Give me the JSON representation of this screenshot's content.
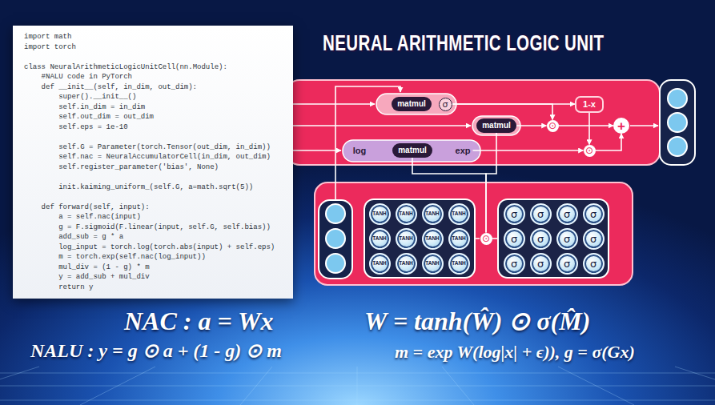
{
  "diagram": {
    "title": "NEURAL ARITHMETIC LOGIC UNIT",
    "nodes": [
      {
        "text": [
          "import math",
          "import torch",
          "class NeuralArithmeticLogicUnitCell(nn.Module):",
          "#NALU code in PyTorch",
          "def __init__(self, in_dim, out_dim):",
          "super().__init__()",
          "self.in_dim = in_dim",
          "self.out_dim = out_dim",
          "self.eps = 1e-10",
          "self.G = Parameter(torch.Tensor(out_dim, in_dim))",
          "self.nac = NeuralAccumulatorCell(in_dim, out_dim)",
          "self.register_parameter('bias', None)",
          "init.kaiming_uniform_(self.G, a=math.sqrt(5))",
          "def forward(self, input):",
          "a = self.nac(input)",
          "g = F.sigmoid(F.linear(input, self.G, self.bias))",
          "add_sub = g * a",
          "log_input = torch.log(torch.abs(input) + self.eps)",
          "m = torch.exp(self.nac(log_input))",
          "mul_div = (1 - g) * m",
          "y = add_sub + mul_div",
          "return y"
        ]
      },
      {
        "text": [
          "matmul"
        ]
      },
      {
        "text": [
          "σ"
        ]
      },
      {
        "text": [
          "1-x"
        ]
      },
      {
        "text": [
          "matmul"
        ]
      },
      {
        "text": [
          "⊙"
        ]
      },
      {
        "text": [
          "+"
        ]
      },
      {
        "text": [
          "log"
        ]
      },
      {
        "text": [
          "matmul"
        ]
      },
      {
        "text": [
          "exp"
        ]
      },
      {
        "text": [
          "⊙"
        ]
      },
      {
        "text": [
          "⊙"
        ]
      },
      {
        "text": [
          "TANH"
        ]
      },
      {
        "text": [
          "TANH"
        ]
      },
      {
        "text": [
          "TANH"
        ]
      },
      {
        "text": [
          "TANH"
        ]
      },
      {
        "text": [
          "TANH"
        ]
      },
      {
        "text": [
          "TANH"
        ]
      },
      {
        "text": [
          "TANH"
        ]
      },
      {
        "text": [
          "TANH"
        ]
      },
      {
        "text": [
          "TANH"
        ]
      },
      {
        "text": [
          "TANH"
        ]
      },
      {
        "text": [
          "TANH"
        ]
      },
      {
        "text": [
          "TANH"
        ]
      },
      {
        "text": [
          "σ"
        ]
      },
      {
        "text": [
          "σ"
        ]
      },
      {
        "text": [
          "σ"
        ]
      },
      {
        "text": [
          "σ"
        ]
      },
      {
        "text": [
          "σ"
        ]
      },
      {
        "text": [
          "σ"
        ]
      },
      {
        "text": [
          "σ"
        ]
      },
      {
        "text": [
          "σ"
        ]
      },
      {
        "text": [
          "σ"
        ]
      },
      {
        "text": [
          "σ"
        ]
      },
      {
        "text": [
          "σ"
        ]
      },
      {
        "text": [
          "σ"
        ]
      }
    ],
    "edges": [
      {
        "from": 2,
        "to": 3,
        "arrow": "to"
      },
      {
        "from": 2,
        "to": 5,
        "arrow": "to"
      },
      {
        "from": 4,
        "to": 5,
        "arrow": "to"
      },
      {
        "from": 5,
        "to": 6,
        "arrow": "to"
      },
      {
        "from": 3,
        "to": 10,
        "arrow": "to"
      },
      {
        "from": 9,
        "to": 10,
        "arrow": "to"
      },
      {
        "from": 10,
        "to": 6,
        "arrow": "to"
      },
      {
        "from": 11,
        "to": 4,
        "arrow": "none"
      },
      {
        "from": 11,
        "to": 8,
        "arrow": "none"
      }
    ],
    "labels": [
      "NAC : a = Wx",
      "W = tanh(Ŵ) ⊙ σ(M̂)",
      "NALU : y = g ⊙ a + (1 - g) ⊙ m",
      "m = exp W(log|x| + ϵ)), g = σ(Gx)"
    ]
  }
}
